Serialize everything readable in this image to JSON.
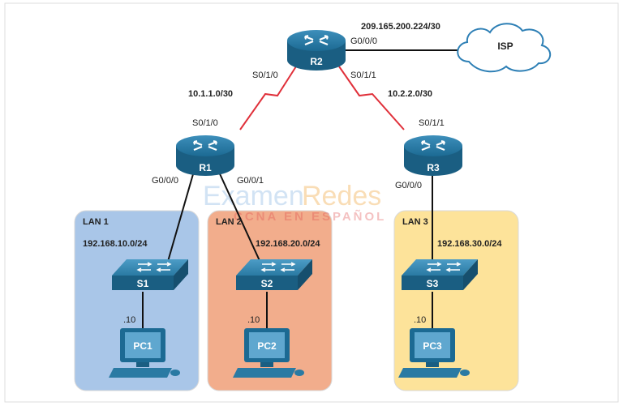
{
  "watermark": {
    "brand_a": "Examen",
    "brand_b": "Redes",
    "tagline": "CCNA EN ESPAÑOL"
  },
  "colors": {
    "router": "#1f6e96",
    "switch": "#2a7aa3",
    "serial_link": "#e0303a",
    "lan1_bg": "#a9c6e8",
    "lan2_bg": "#f2ad8c",
    "lan3_bg": "#fde39a"
  },
  "isp": {
    "label": "ISP"
  },
  "routers": {
    "r2": {
      "label": "R2",
      "if_g": "G0/0/0",
      "if_s010": "S0/1/0",
      "if_s011": "S0/1/1"
    },
    "r1": {
      "label": "R1",
      "if_s010": "S0/1/0",
      "if_g000": "G0/0/0",
      "if_g001": "G0/0/1"
    },
    "r3": {
      "label": "R3",
      "if_s011": "S0/1/1",
      "if_g000": "G0/0/0"
    }
  },
  "networks": {
    "isp_link": "209.165.200.224/30",
    "r1_r2": "10.1.1.0/30",
    "r2_r3": "10.2.2.0/30"
  },
  "lans": [
    {
      "name": "LAN 1",
      "subnet": "192.168.10.0/24",
      "switch": "S1",
      "pc": "PC1",
      "host": ".10"
    },
    {
      "name": "LAN 2",
      "subnet": "192.168.20.0/24",
      "switch": "S2",
      "pc": "PC2",
      "host": ".10"
    },
    {
      "name": "LAN 3",
      "subnet": "192.168.30.0/24",
      "switch": "S3",
      "pc": "PC3",
      "host": ".10"
    }
  ]
}
